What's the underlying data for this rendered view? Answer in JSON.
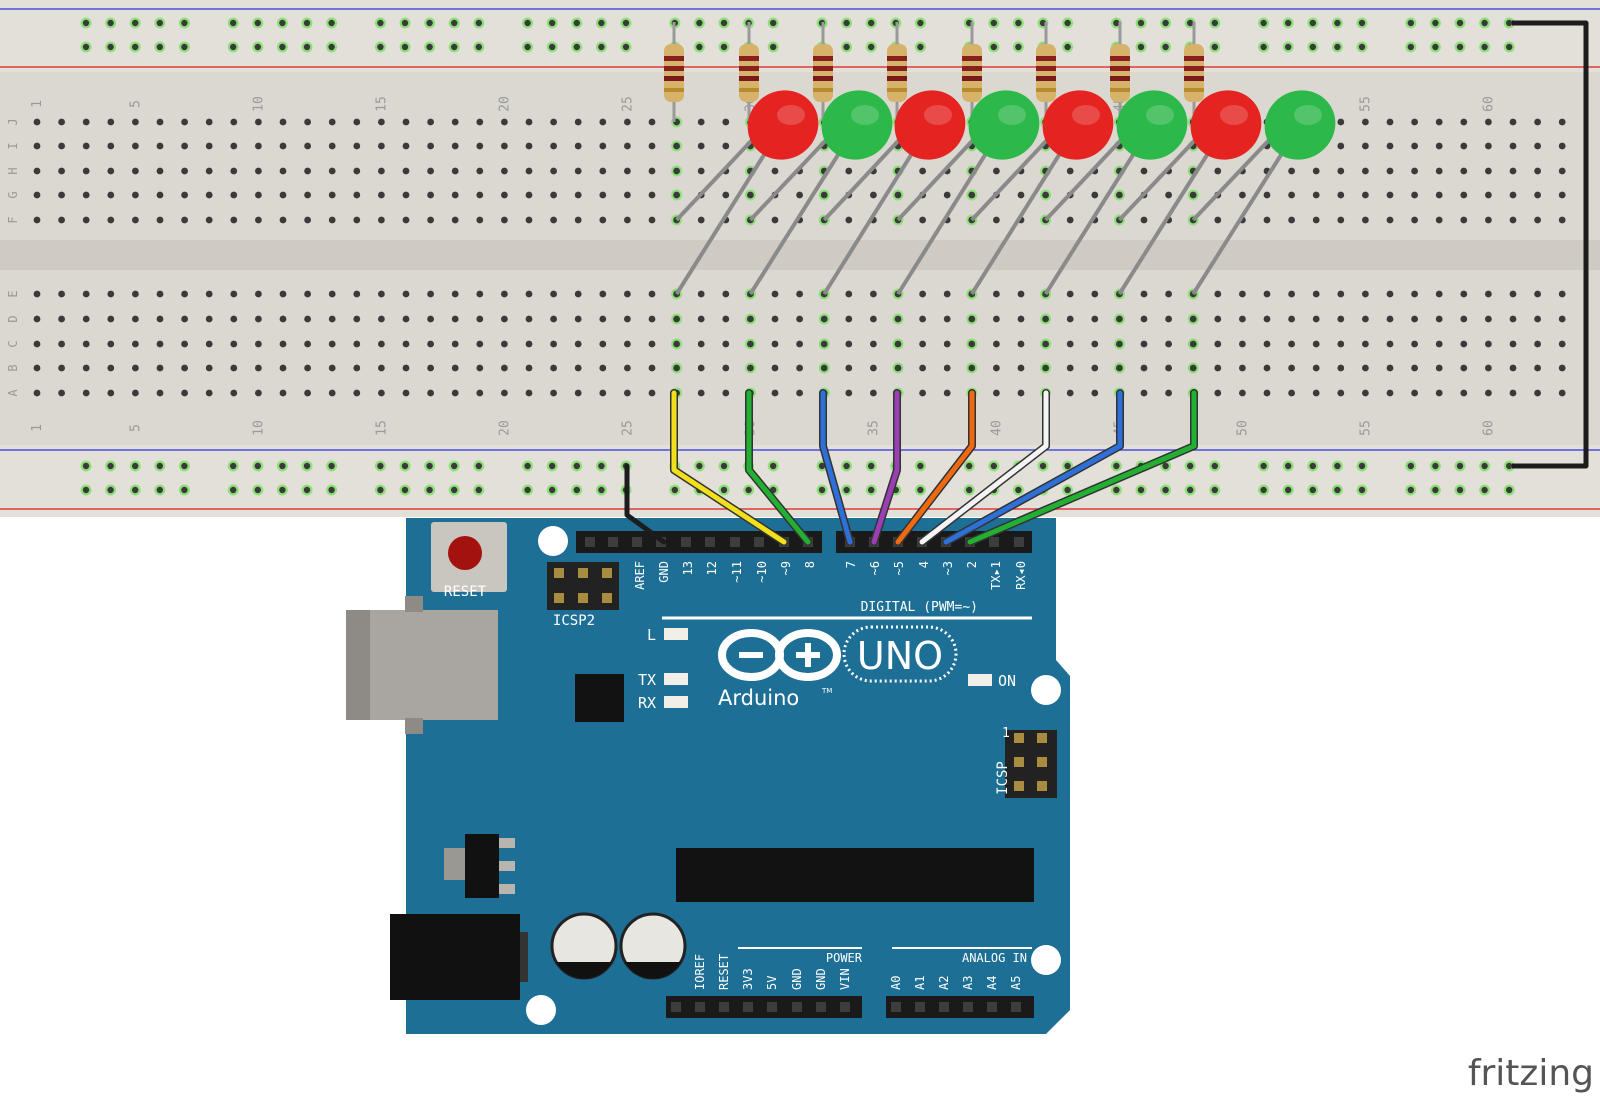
{
  "breadboard": {
    "column_numbers": [
      "1",
      "5",
      "10",
      "15",
      "20",
      "25",
      "30",
      "35",
      "40",
      "45",
      "50",
      "55",
      "60"
    ],
    "row_letters_top": [
      "J",
      "I",
      "H",
      "G",
      "F"
    ],
    "row_letters_bottom": [
      "E",
      "D",
      "C",
      "B",
      "A"
    ]
  },
  "leds": [
    {
      "color": "#e52421"
    },
    {
      "color": "#2db84a"
    },
    {
      "color": "#e52421"
    },
    {
      "color": "#2db84a"
    },
    {
      "color": "#e52421"
    },
    {
      "color": "#2db84a"
    },
    {
      "color": "#e52421"
    },
    {
      "color": "#2db84a"
    }
  ],
  "wires": [
    {
      "color": "#f2e01a",
      "pin": "~9"
    },
    {
      "color": "#22b032",
      "pin": "8"
    },
    {
      "color": "#2f6fd8",
      "pin": "7"
    },
    {
      "color": "#9b3fb5",
      "pin": "~6"
    },
    {
      "color": "#ee6a12",
      "pin": "~5"
    },
    {
      "color": "#f4f4f4",
      "pin": "4"
    },
    {
      "color": "#2f6fd8",
      "pin": "~3"
    },
    {
      "color": "#22b032",
      "pin": "2"
    }
  ],
  "arduino": {
    "board_color": "#1d6f96",
    "reset_label": "RESET",
    "icsp2_label": "ICSP2",
    "icsp_label": "ICSP",
    "icsp_pin1": "1",
    "digital_label": "DIGITAL (PWM=~)",
    "led_l": "L",
    "led_tx": "TX",
    "led_rx": "RX",
    "led_on": "ON",
    "logo_minus_plus": "Arduino",
    "logo_tm": "TM",
    "model": "UNO",
    "power_label": "POWER",
    "analog_label": "ANALOG IN",
    "digital_pins": [
      "AREF",
      "GND",
      "13",
      "12",
      "~11",
      "~10",
      "~9",
      "8",
      "7",
      "~6",
      "~5",
      "4",
      "~3",
      "2",
      "TX▸1",
      "RX◂0"
    ],
    "power_pins": [
      "IOREF",
      "RESET",
      "3V3",
      "5V",
      "GND",
      "GND",
      "VIN"
    ],
    "analog_pins": [
      "A0",
      "A1",
      "A2",
      "A3",
      "A4",
      "A5"
    ]
  },
  "watermark": "fritzing"
}
